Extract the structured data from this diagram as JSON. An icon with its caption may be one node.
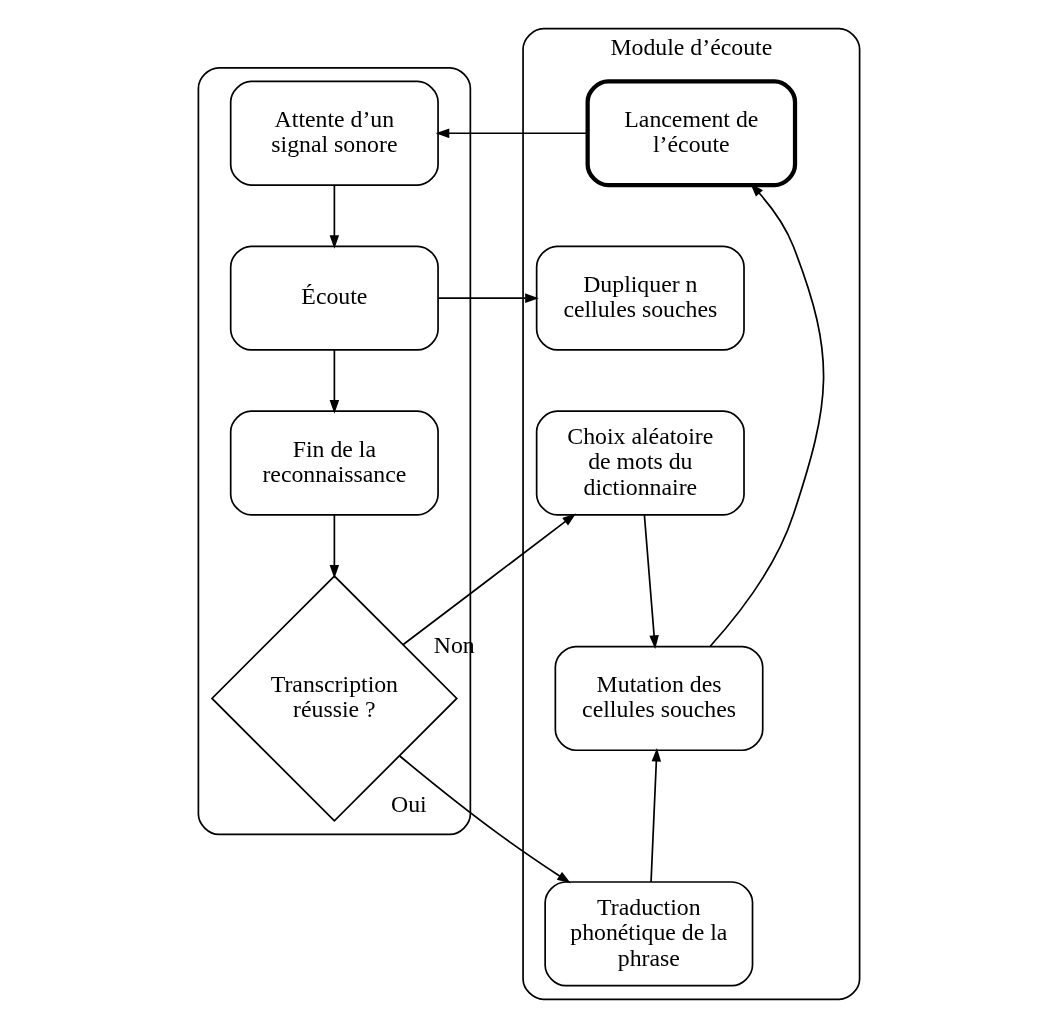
{
  "diagram": {
    "nodes": [
      {
        "text": [],
        "shape": "box"
      },
      {
        "text": [
          "Attente d’un signal sonore"
        ],
        "in": 0
      },
      {
        "text": [
          "Écoute"
        ],
        "in": 0
      },
      {
        "text": [
          "Fin de la reconnaissance"
        ],
        "in": 0
      },
      {
        "text": [
          "Transcription réussie ?"
        ],
        "in": 0
      },
      {
        "text": [
          "Module d’écoute"
        ]
      },
      {
        "text": [
          "Lancement de l’écoute"
        ],
        "in": 5
      },
      {
        "text": [
          "Dupliquer n cellules souches"
        ],
        "in": 5
      },
      {
        "text": [
          "Choix aléatoire de mots du dictionnaire"
        ],
        "in": 5
      },
      {
        "text": [
          "Mutation des cellules souches"
        ],
        "in": 5
      },
      {
        "text": [
          "Traduction phonétique de la phrase"
        ],
        "in": 5
      }
    ],
    "edges": [
      {
        "from": 6,
        "to": 1,
        "arrow": "to"
      },
      {
        "from": 1,
        "to": 2,
        "arrow": "to"
      },
      {
        "from": 2,
        "to": 3,
        "arrow": "to"
      },
      {
        "from": 3,
        "to": 4,
        "arrow": "to"
      },
      {
        "from": 2,
        "to": 7,
        "arrow": "to"
      },
      {
        "from": 4,
        "to": 8,
        "arrow": "to",
        "label": "Non"
      },
      {
        "from": 4,
        "to": 10,
        "arrow": "to",
        "label": "Oui"
      },
      {
        "from": 8,
        "to": 9,
        "arrow": "to"
      },
      {
        "from": 10,
        "to": 9,
        "arrow": "to"
      },
      {
        "from": 9,
        "to": 6,
        "arrow": "to"
      }
    ]
  }
}
